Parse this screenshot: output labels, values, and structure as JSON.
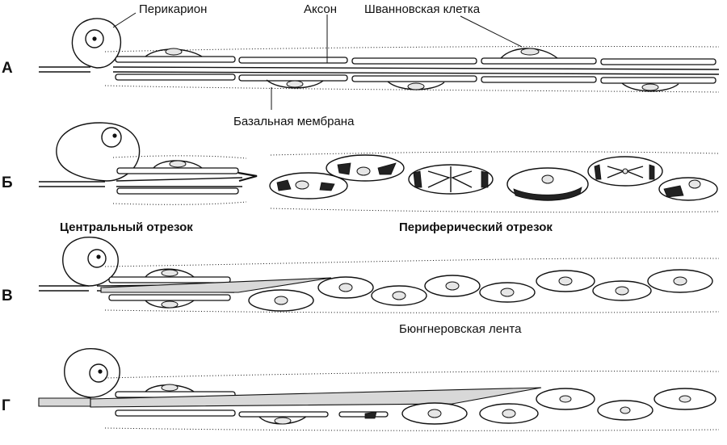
{
  "panels": [
    {
      "letter": "А"
    },
    {
      "letter": "Б"
    },
    {
      "letter": "В"
    },
    {
      "letter": "Г"
    }
  ],
  "labels": {
    "perikaryon": "Перикарион",
    "axon": "Аксон",
    "schwann_cell": "Шванновская клетка",
    "basal_membrane": "Базальная мембрана",
    "central_segment": "Центральный отрезок",
    "peripheral_segment": "Периферический отрезок",
    "bungner_band": "Бюнгнеровская лента"
  }
}
